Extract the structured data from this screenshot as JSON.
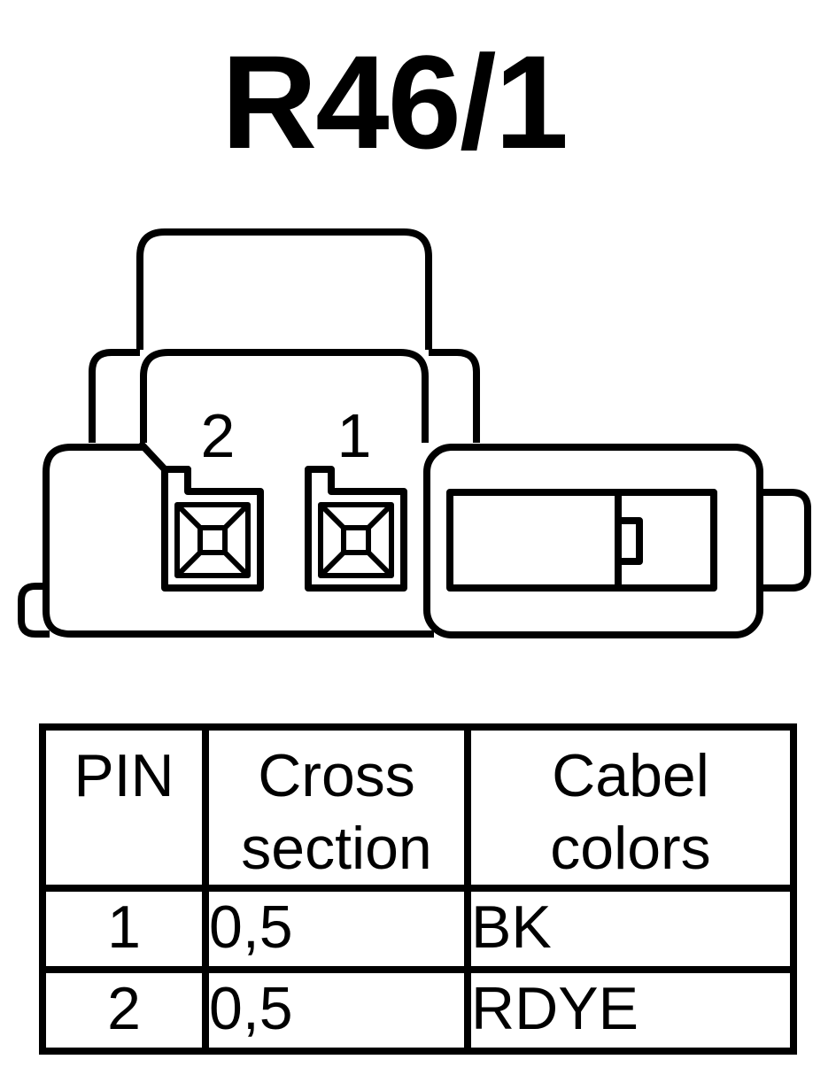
{
  "title": "R46/1",
  "connector": {
    "pin_labels": [
      "2",
      "1"
    ]
  },
  "table": {
    "headers": [
      {
        "line1": "PIN",
        "line2": ""
      },
      {
        "line1": "Cross",
        "line2": "section"
      },
      {
        "line1": "Cabel",
        "line2": "colors"
      }
    ],
    "rows": [
      {
        "pin": "1",
        "cross_section": "0,5",
        "color": "BK"
      },
      {
        "pin": "2",
        "cross_section": "0,5",
        "color": "RDYE"
      }
    ]
  }
}
